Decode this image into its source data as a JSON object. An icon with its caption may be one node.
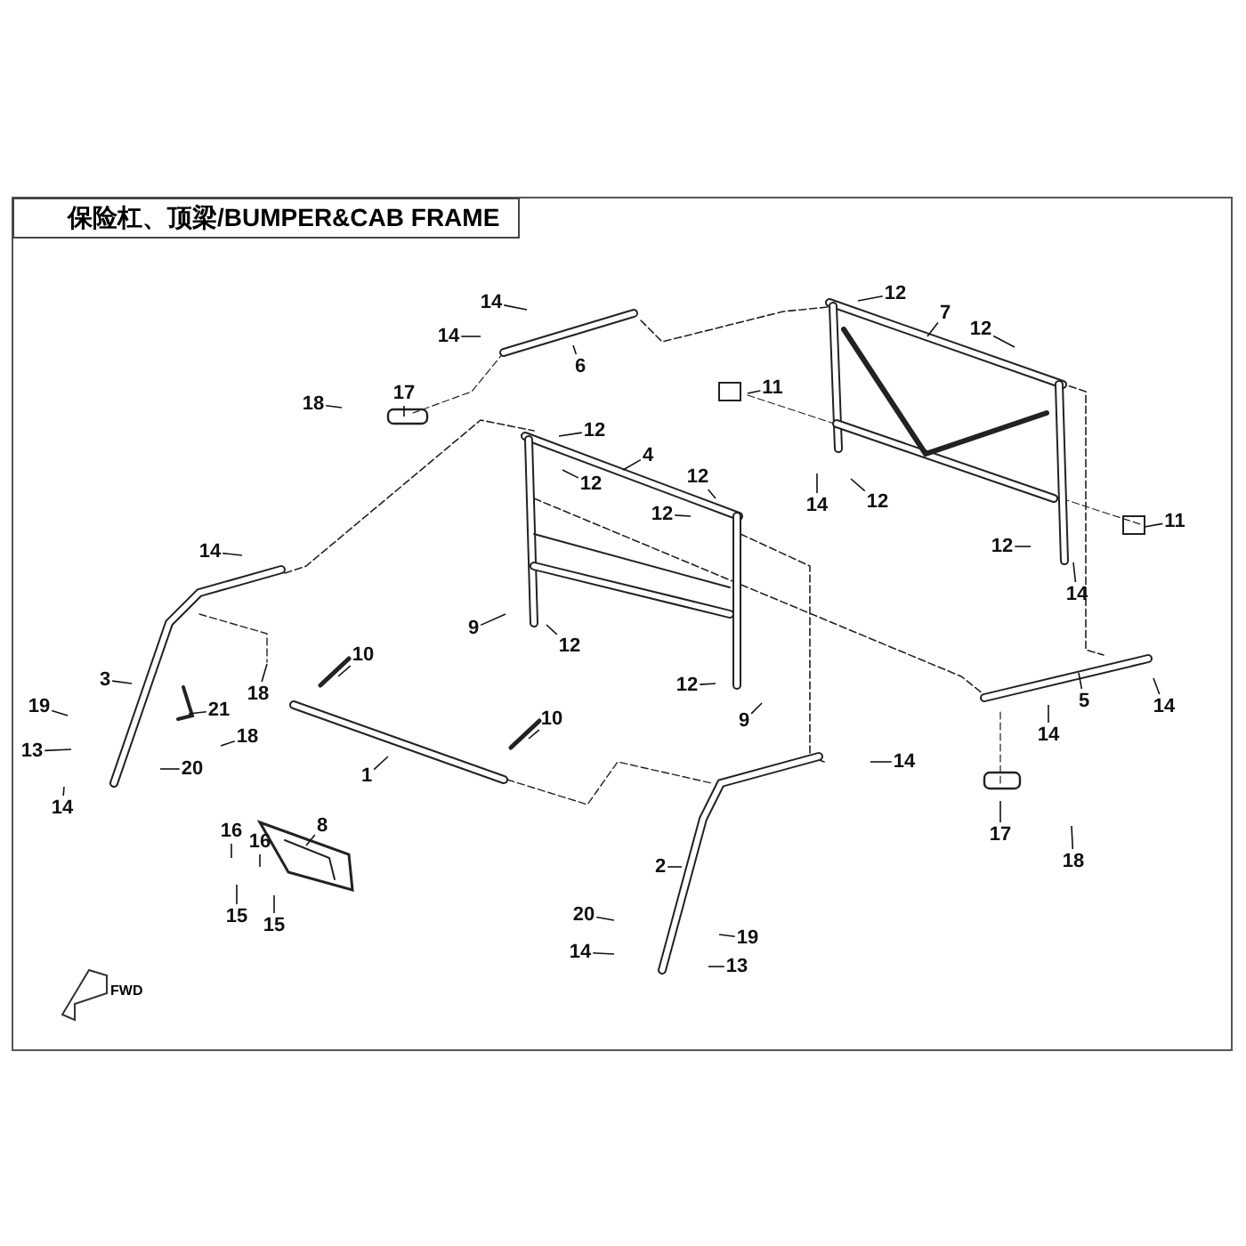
{
  "diagram": {
    "title": "保险杠、顶梁/BUMPER&CAB FRAME",
    "nodes": [
      {
        "text": [
          "14"
        ]
      },
      {
        "text": [
          "14"
        ]
      },
      {
        "text": [
          "6"
        ]
      },
      {
        "text": [
          "18"
        ]
      },
      {
        "text": [
          "17"
        ]
      },
      {
        "text": [
          "12"
        ]
      },
      {
        "text": [
          "12"
        ]
      },
      {
        "text": [
          "4"
        ]
      },
      {
        "text": [
          "12"
        ]
      },
      {
        "text": [
          "12"
        ]
      },
      {
        "text": [
          "14"
        ]
      },
      {
        "text": [
          "9"
        ]
      },
      {
        "text": [
          "12"
        ]
      },
      {
        "text": [
          "12"
        ]
      },
      {
        "text": [
          "9"
        ]
      },
      {
        "text": [
          "3"
        ]
      },
      {
        "text": [
          "18"
        ]
      },
      {
        "text": [
          "21"
        ]
      },
      {
        "text": [
          "18"
        ]
      },
      {
        "text": [
          "19"
        ]
      },
      {
        "text": [
          "13"
        ]
      },
      {
        "text": [
          "20"
        ]
      },
      {
        "text": [
          "14"
        ]
      },
      {
        "text": [
          "10"
        ]
      },
      {
        "text": [
          "10"
        ]
      },
      {
        "text": [
          "1"
        ]
      },
      {
        "text": [
          "16"
        ]
      },
      {
        "text": [
          "16"
        ]
      },
      {
        "text": [
          "8"
        ]
      },
      {
        "text": [
          "15"
        ]
      },
      {
        "text": [
          "15"
        ]
      },
      {
        "text": [
          "12"
        ]
      },
      {
        "text": [
          "7"
        ]
      },
      {
        "text": [
          "12"
        ]
      },
      {
        "text": [
          "11"
        ]
      },
      {
        "text": [
          "11"
        ]
      },
      {
        "text": [
          "14"
        ]
      },
      {
        "text": [
          "12"
        ]
      },
      {
        "text": [
          "12"
        ]
      },
      {
        "text": [
          "14"
        ]
      },
      {
        "text": [
          "5"
        ]
      },
      {
        "text": [
          "14"
        ]
      },
      {
        "text": [
          "14"
        ]
      },
      {
        "text": [
          "14"
        ]
      },
      {
        "text": [
          "17"
        ]
      },
      {
        "text": [
          "18"
        ]
      },
      {
        "text": [
          "2"
        ]
      },
      {
        "text": [
          "20"
        ]
      },
      {
        "text": [
          "19"
        ]
      },
      {
        "text": [
          "14"
        ]
      },
      {
        "text": [
          "13"
        ]
      }
    ],
    "edges": [
      {
        "from": 0,
        "to": null,
        "arrow": "none"
      },
      {
        "from": 1,
        "to": null,
        "arrow": "none"
      },
      {
        "from": 2,
        "to": null,
        "arrow": "none"
      },
      {
        "from": 3,
        "to": null,
        "arrow": "none"
      },
      {
        "from": 4,
        "to": null,
        "arrow": "none"
      },
      {
        "from": 5,
        "to": null,
        "arrow": "none"
      },
      {
        "from": 6,
        "to": null,
        "arrow": "none"
      },
      {
        "from": 7,
        "to": null,
        "arrow": "none"
      },
      {
        "from": 8,
        "to": null,
        "arrow": "none"
      },
      {
        "from": 9,
        "to": null,
        "arrow": "none"
      },
      {
        "from": 10,
        "to": null,
        "arrow": "none"
      },
      {
        "from": 11,
        "to": null,
        "arrow": "none"
      },
      {
        "from": 12,
        "to": null,
        "arrow": "none"
      },
      {
        "from": 13,
        "to": null,
        "arrow": "none"
      },
      {
        "from": 14,
        "to": null,
        "arrow": "none"
      },
      {
        "from": 15,
        "to": null,
        "arrow": "none"
      },
      {
        "from": 16,
        "to": null,
        "arrow": "none"
      },
      {
        "from": 17,
        "to": null,
        "arrow": "none"
      },
      {
        "from": 18,
        "to": null,
        "arrow": "none"
      },
      {
        "from": 19,
        "to": null,
        "arrow": "none"
      },
      {
        "from": 20,
        "to": null,
        "arrow": "none"
      },
      {
        "from": 21,
        "to": null,
        "arrow": "none"
      },
      {
        "from": 22,
        "to": null,
        "arrow": "none"
      },
      {
        "from": 23,
        "to": null,
        "arrow": "none"
      },
      {
        "from": 24,
        "to": null,
        "arrow": "none"
      },
      {
        "from": 25,
        "to": null,
        "arrow": "none"
      },
      {
        "from": 26,
        "to": null,
        "arrow": "none"
      },
      {
        "from": 27,
        "to": null,
        "arrow": "none"
      },
      {
        "from": 28,
        "to": null,
        "arrow": "none"
      },
      {
        "from": 29,
        "to": null,
        "arrow": "none"
      },
      {
        "from": 30,
        "to": null,
        "arrow": "none"
      },
      {
        "from": 31,
        "to": null,
        "arrow": "none"
      },
      {
        "from": 32,
        "to": null,
        "arrow": "none"
      },
      {
        "from": 33,
        "to": null,
        "arrow": "none"
      },
      {
        "from": 34,
        "to": null,
        "arrow": "none"
      },
      {
        "from": 35,
        "to": null,
        "arrow": "none"
      },
      {
        "from": 36,
        "to": null,
        "arrow": "none"
      },
      {
        "from": 37,
        "to": null,
        "arrow": "none"
      },
      {
        "from": 38,
        "to": null,
        "arrow": "none"
      },
      {
        "from": 39,
        "to": null,
        "arrow": "none"
      },
      {
        "from": 40,
        "to": null,
        "arrow": "none"
      },
      {
        "from": 41,
        "to": null,
        "arrow": "none"
      },
      {
        "from": 42,
        "to": null,
        "arrow": "none"
      },
      {
        "from": 43,
        "to": null,
        "arrow": "none"
      },
      {
        "from": 44,
        "to": null,
        "arrow": "none"
      },
      {
        "from": 45,
        "to": null,
        "arrow": "none"
      },
      {
        "from": 46,
        "to": null,
        "arrow": "none"
      },
      {
        "from": 47,
        "to": null,
        "arrow": "none"
      },
      {
        "from": 48,
        "to": null,
        "arrow": "none"
      },
      {
        "from": 49,
        "to": null,
        "arrow": "none"
      },
      {
        "from": 50,
        "to": null,
        "arrow": "none"
      }
    ],
    "labels": [
      "FWD"
    ]
  }
}
